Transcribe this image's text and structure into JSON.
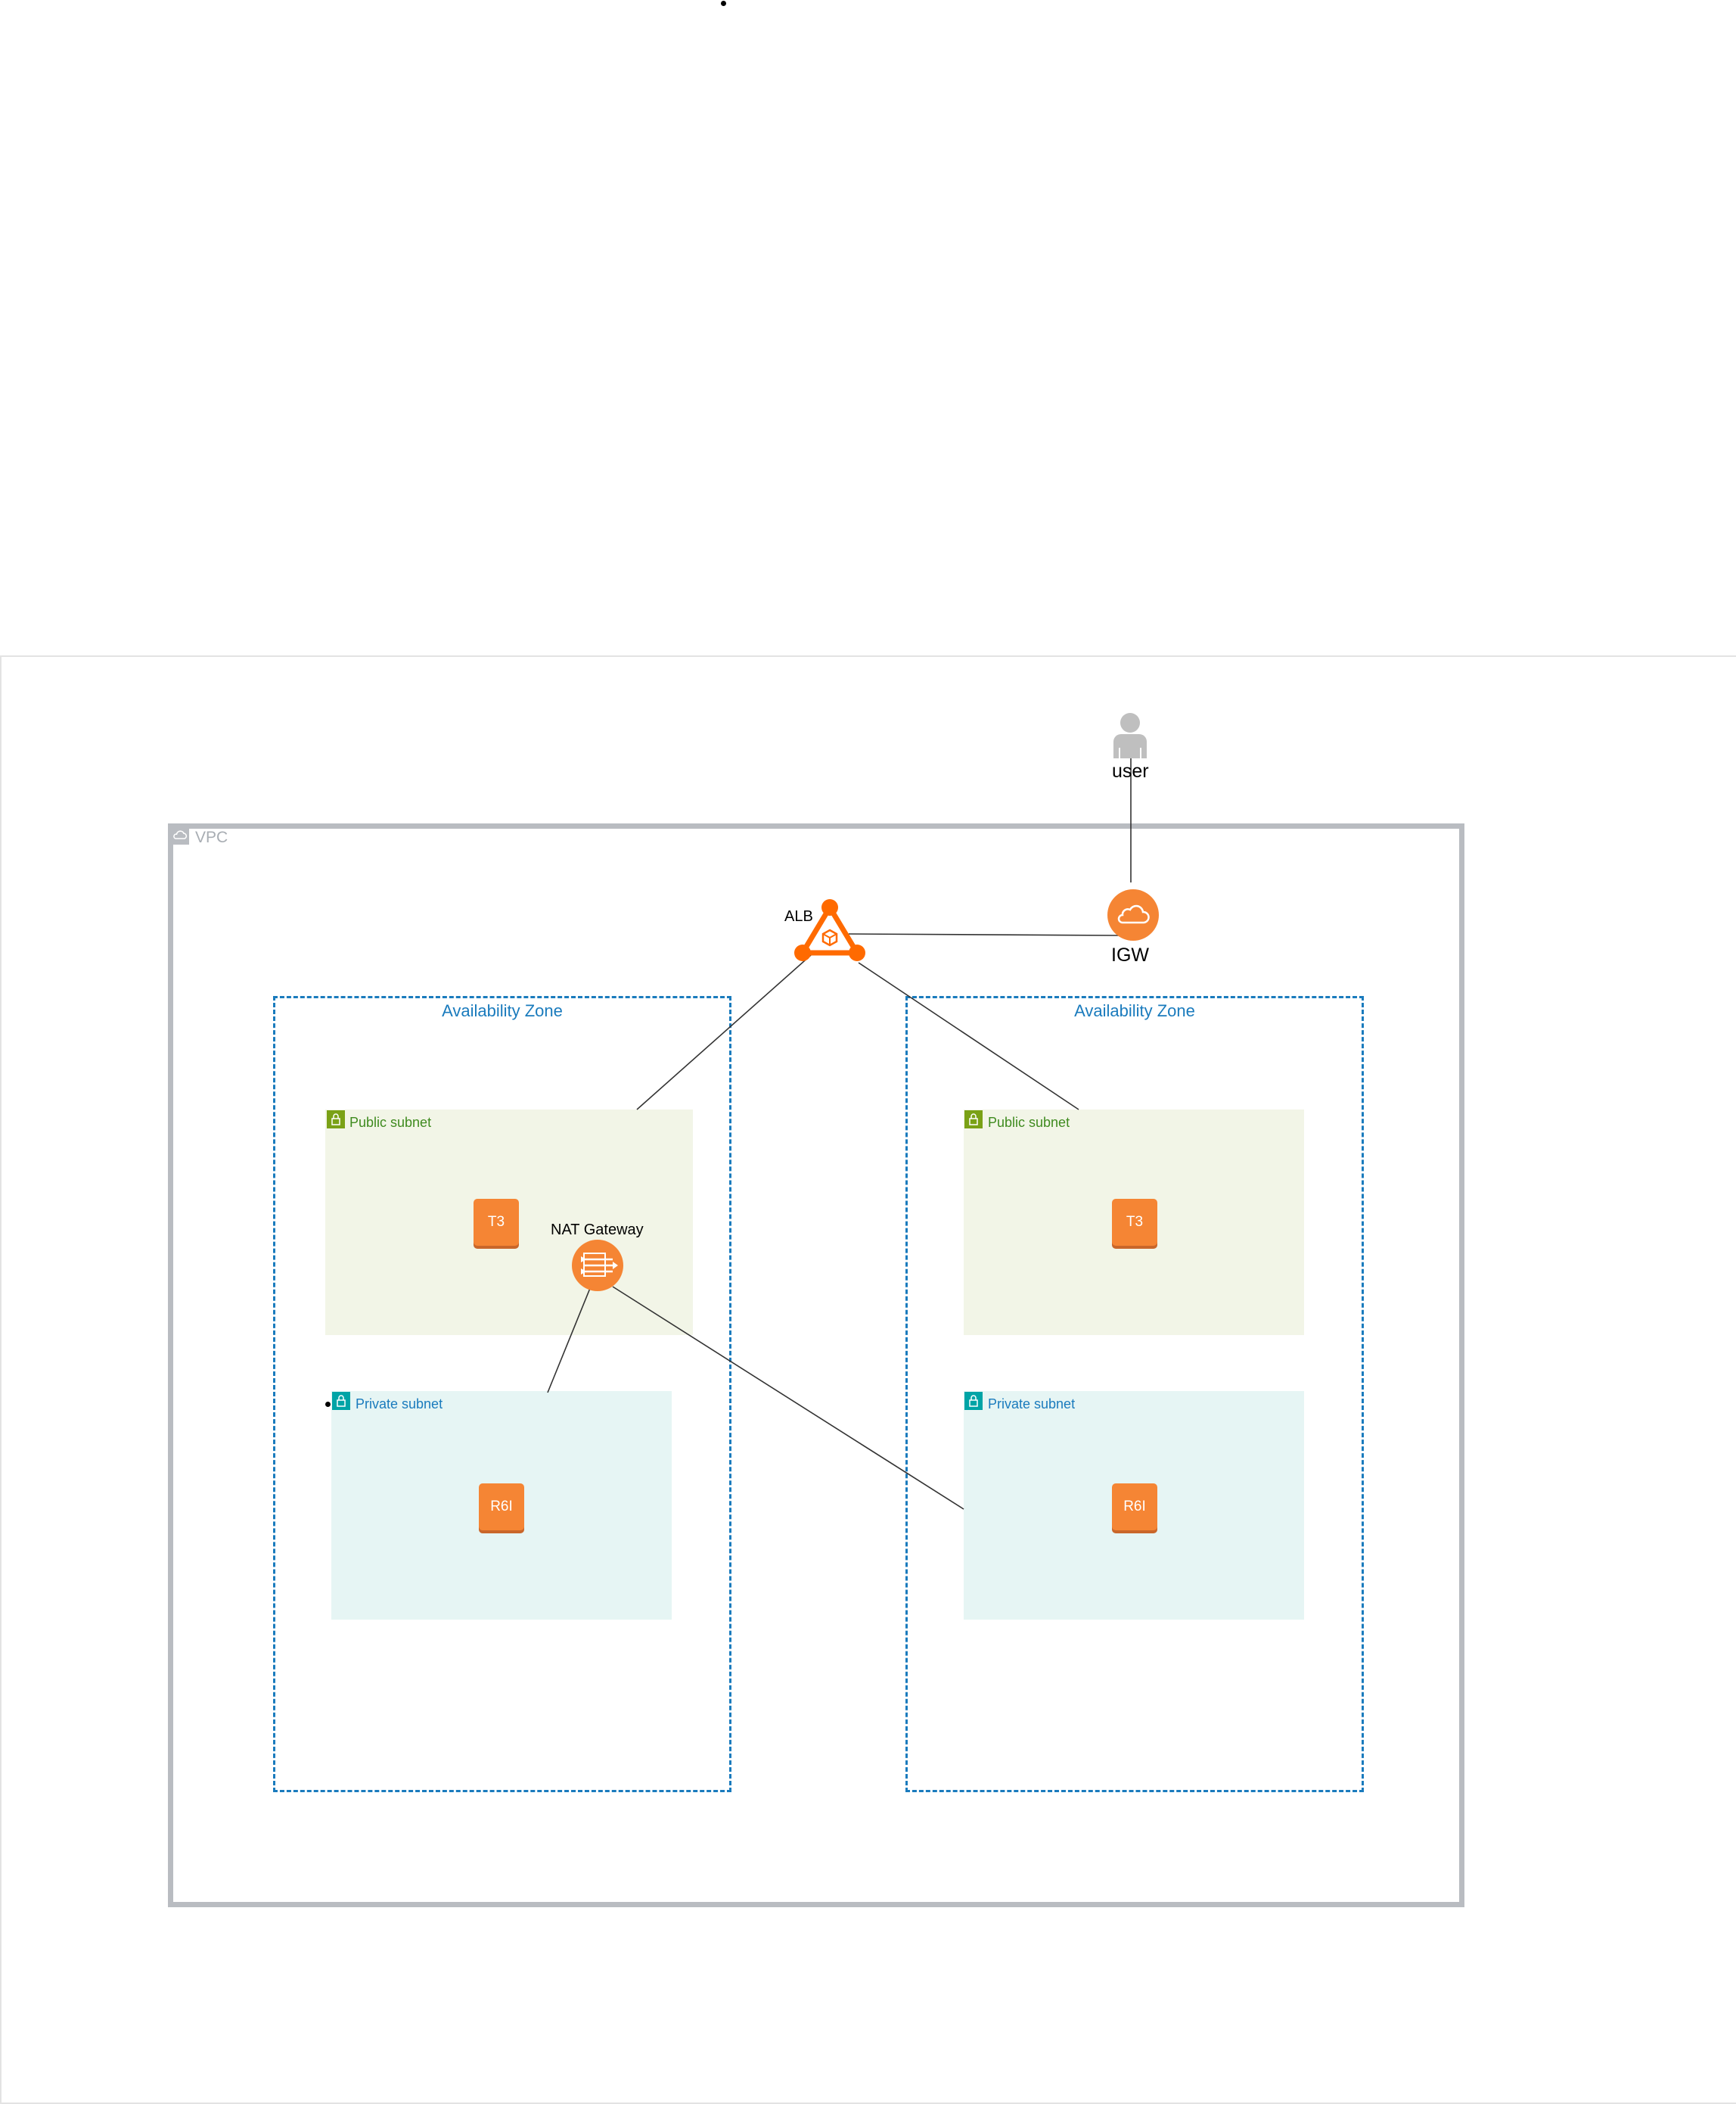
{
  "diagram": {
    "vpc_label": "VPC",
    "user_label": "user",
    "igw_label": "IGW",
    "alb_label": "ALB",
    "nat_label": "NAT Gateway",
    "zones": [
      {
        "label": "Availability Zone",
        "public_subnet": {
          "label": "Public subnet",
          "instance": "T3"
        },
        "private_subnet": {
          "label": "Private subnet",
          "instance": "R6I"
        }
      },
      {
        "label": "Availability Zone",
        "public_subnet": {
          "label": "Public subnet",
          "instance": "T3"
        },
        "private_subnet": {
          "label": "Private subnet",
          "instance": "R6I"
        }
      }
    ],
    "colors": {
      "vpc_border": "#b9bcc1",
      "az_border": "#1a7bbd",
      "public_fill": "#f2f5e7",
      "private_fill": "#e6f5f4",
      "ec2_orange": "#f58534",
      "alb_orange": "#ff6a00",
      "user_gray": "#bfbfbf"
    },
    "icons": [
      "user-icon",
      "internet-gateway-icon",
      "load-balancer-icon",
      "nat-gateway-icon",
      "vpc-cloud-icon",
      "lock-icon"
    ]
  }
}
